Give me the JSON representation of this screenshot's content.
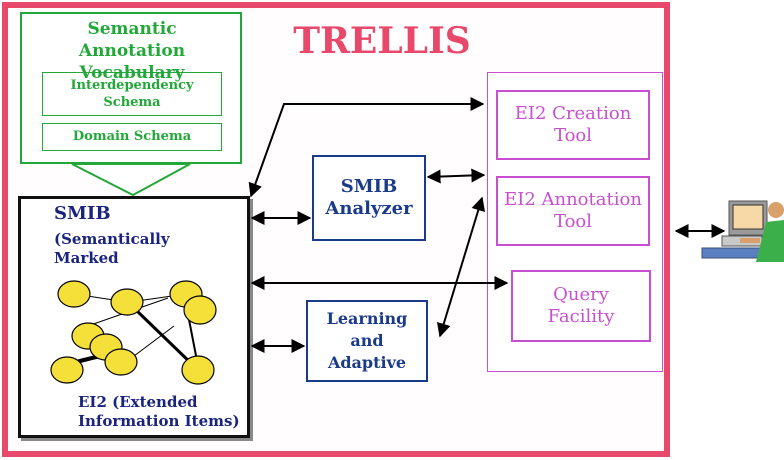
{
  "title": "TRELLIS",
  "vocabulary": {
    "title_line1": "Semantic",
    "title_line2": "Annotation Vocabulary",
    "interdependency_line1": "Interdependency",
    "interdependency_line2": "Schema",
    "domain": "Domain Schema"
  },
  "smib": {
    "title": "SMIB",
    "subtitle_line1": "(Semantically",
    "subtitle_line2": "Marked",
    "footer_line1": "EI2 (Extended",
    "footer_line2": "Information Items)"
  },
  "analyzer": {
    "line1": "SMIB",
    "line2": "Analyzer"
  },
  "learning": {
    "line1": "Learning",
    "line2": "and",
    "line3": "Adaptive"
  },
  "tools": {
    "creation_line1": "EI2 Creation",
    "creation_line2": "Tool",
    "annotation_line1": "EI2 Annotation",
    "annotation_line2": "Tool",
    "query_line1": "Query",
    "query_line2": "Facility"
  },
  "icons": {
    "user": "user-at-computer-icon"
  },
  "colors": {
    "frame": "#e8486a",
    "vocabulary": "#22a838",
    "modules": "#1a3a8a",
    "tools": "#c94fd1",
    "nodes": "#f5e03a"
  }
}
